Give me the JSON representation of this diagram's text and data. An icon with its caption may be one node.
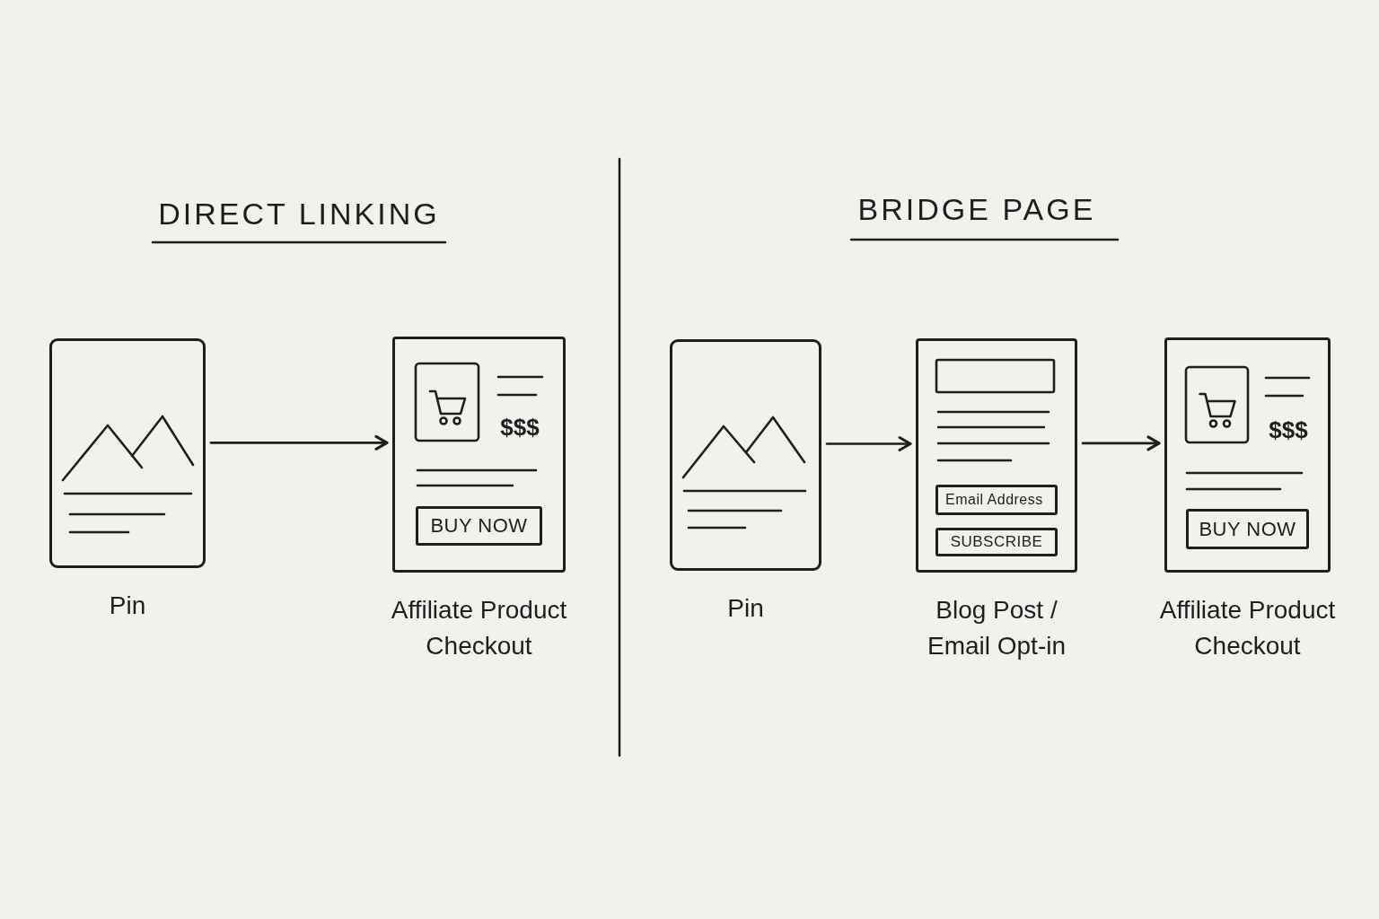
{
  "diagram": {
    "nodes": [
      {
        "text": [],
        "shape": "box",
        "beside": [
          "Pin"
        ]
      },
      {
        "text": [
          "$$$"
        ],
        "beside": [
          "Affiliate Product Checkout"
        ]
      },
      {
        "text": [
          "BUY NOW"
        ],
        "in": 1
      },
      {
        "text": [],
        "shape": "box",
        "beside": [
          "Pin"
        ]
      },
      {
        "text": [],
        "shape": "box",
        "beside": [
          "Blog Post / Email Opt-in"
        ]
      },
      {
        "text": [
          "Email Address"
        ],
        "in": 4
      },
      {
        "text": [
          "SUBSCRIBE"
        ],
        "in": 4
      },
      {
        "text": [
          "$$$"
        ],
        "beside": [
          "Affiliate Product Checkout"
        ]
      },
      {
        "text": [
          "BUY NOW"
        ],
        "in": 7
      }
    ],
    "edges": [
      {
        "from": 0,
        "to": 1,
        "arrow": "to"
      },
      {
        "from": 3,
        "to": 4,
        "arrow": "to"
      },
      {
        "from": 4,
        "to": 7,
        "arrow": "to"
      }
    ],
    "labels": [
      "DIRECT LINKING",
      "BRIDGE PAGE"
    ]
  }
}
